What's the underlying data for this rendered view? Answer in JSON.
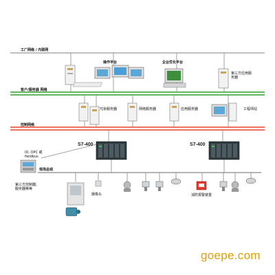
{
  "networks": {
    "factory": "工厂网络 / 内联网",
    "client_server": "客户/服务器 网络",
    "control": "控制网络",
    "field_bus": "现场总线"
  },
  "nodes": {
    "operator_platform": "操作平台",
    "enterprise_platform": "企业优化平台",
    "third_party_server": "第三方应用服务器",
    "redundant_server": "冗余服务器",
    "shared_server": "网络服务器",
    "app_server": "应用服务器",
    "engineering_station": "工程师站",
    "s7_left": "S7-400",
    "s7_right": "S7-400",
    "opc_gateway": "ID, OPC 或 fieldbus",
    "third_party_device": "第三方控制器、服务器等等",
    "scanner": "摄像头",
    "fire_alarm": "消防报警装置"
  },
  "colors": {
    "factory_line": "#9a9a9a",
    "client_server_line": "#2aa12a",
    "control_line": "#e8412a",
    "field_bus_line": "#6a6a6a",
    "watermark": "#e0a000"
  },
  "watermark": "goepe.com"
}
